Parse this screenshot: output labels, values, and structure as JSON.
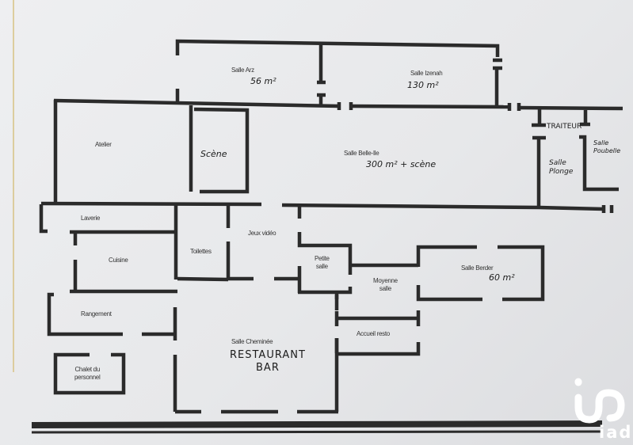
{
  "plan": {
    "rooms": [
      {
        "name": "Salle Arz",
        "area": "56 m²"
      },
      {
        "name": "Salle Izenah",
        "area": "130 m²"
      },
      {
        "name": "Atelier"
      },
      {
        "name": "Scène"
      },
      {
        "name": "Salle Belle-Ile",
        "area": "300 m² + scène"
      },
      {
        "name": "TRAITEUR"
      },
      {
        "name": "Salle Plonge",
        "lines": [
          "Salle",
          "Plonge"
        ]
      },
      {
        "name": "Salle Poubelle",
        "lines": [
          "Salle",
          "Poubelle"
        ]
      },
      {
        "name": "Laverie"
      },
      {
        "name": "Cuisine"
      },
      {
        "name": "Toilettes"
      },
      {
        "name": "Jeux vidéo"
      },
      {
        "name": "Petite salle",
        "lines": [
          "Petite",
          "salle"
        ]
      },
      {
        "name": "Moyenne salle",
        "lines": [
          "Moyenne",
          "salle"
        ]
      },
      {
        "name": "Salle Berder",
        "area": "60 m²"
      },
      {
        "name": "Rangement"
      },
      {
        "name": "Accueil resto"
      },
      {
        "name": "Salle Cheminée",
        "subtitle": [
          "RESTAURANT",
          "BAR"
        ]
      },
      {
        "name": "Chalet du personnel",
        "lines": [
          "Chalet du",
          "personnel"
        ]
      }
    ]
  },
  "logo": {
    "brand": "iad",
    "mark": "in"
  },
  "colors": {
    "wall": "#2b2b2b",
    "paper": "#eceded",
    "logo": "#ffffff"
  }
}
